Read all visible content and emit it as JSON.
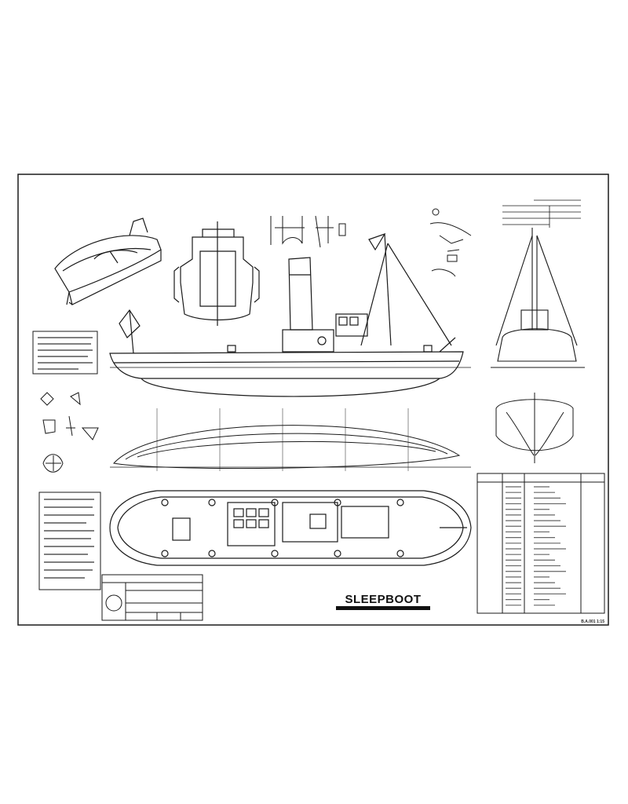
{
  "drawing": {
    "title": "SLEEPBOOT",
    "sheet_ref": "B.A.001    1:15"
  },
  "colors": {
    "line": "#1a1a1a",
    "paper": "#ffffff",
    "title_bar": "#111111"
  },
  "parts_table": {
    "rows": 22
  }
}
